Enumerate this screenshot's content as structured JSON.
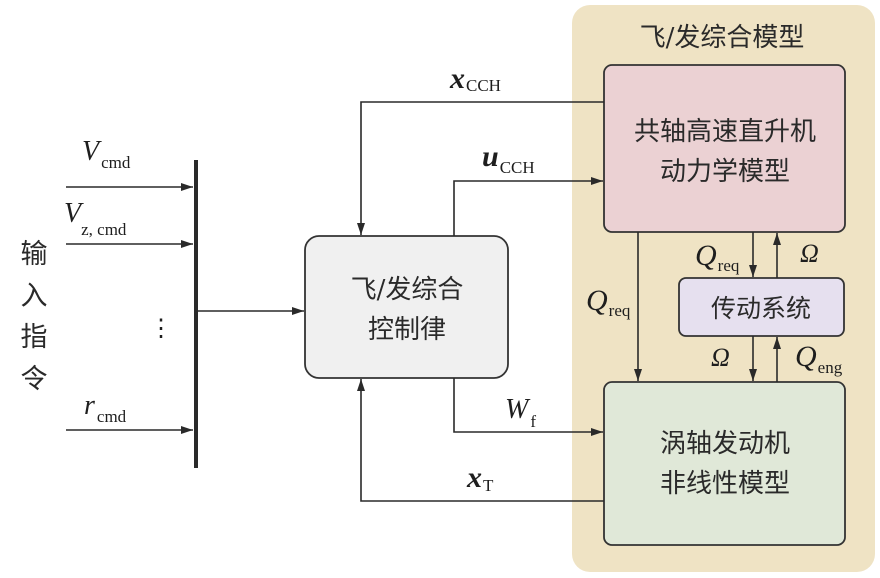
{
  "diagram": {
    "panel": {
      "title": "飞/发综合模型",
      "color": "#efe3c4"
    },
    "boxes": {
      "rotor": {
        "line1": "共轴高速直升机",
        "line2": "动力学模型",
        "color": "#ebd1d3"
      },
      "transmission": {
        "label": "传动系统",
        "color": "#e6e0ef"
      },
      "engine": {
        "line1": "涡轴发动机",
        "line2": "非线性模型",
        "color": "#e0e8d8"
      },
      "controller": {
        "line1": "飞/发综合",
        "line2": "控制律",
        "color": "#f0f0f0"
      }
    },
    "inputs": {
      "group_label": [
        "输",
        "入",
        "指",
        "令"
      ],
      "items": [
        {
          "symbol": "V",
          "subscript": "cmd"
        },
        {
          "symbol": "V",
          "subscript": "z, cmd"
        },
        {
          "symbol": "r",
          "subscript": "cmd"
        }
      ],
      "ellipsis": "⋮"
    },
    "signals": {
      "x_cch": {
        "symbol": "x",
        "subscript": "CCH"
      },
      "u_cch": {
        "symbol": "u",
        "subscript": "CCH"
      },
      "w_f": {
        "symbol": "W",
        "subscript": "f"
      },
      "x_t": {
        "symbol": "x",
        "subscript": "T"
      },
      "q_req_long": {
        "symbol": "Q",
        "subscript": "req"
      },
      "q_req_trans": {
        "symbol": "Q",
        "subscript": "req"
      },
      "omega_top": {
        "symbol": "Ω"
      },
      "omega_bottom": {
        "symbol": "Ω"
      },
      "q_eng": {
        "symbol": "Q",
        "subscript": "eng"
      }
    }
  }
}
